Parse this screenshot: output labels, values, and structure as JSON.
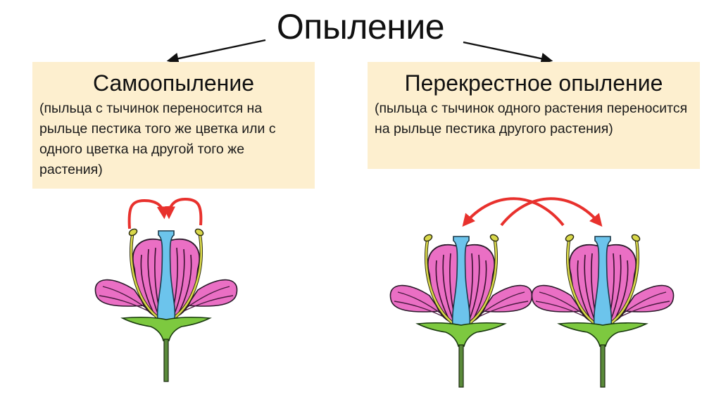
{
  "title": "Опыление",
  "types": [
    {
      "heading": "Самоопыление",
      "description": "(пыльца с тычинок переносится на рыльце пестика того же цветка или с одного цветка на другой того же растения)"
    },
    {
      "heading": "Перекрестное опыление",
      "description": "(пыльца с тычинок одного растения переносится на рыльце пестика другого растения)"
    }
  ],
  "colors": {
    "box_background": "#fdefcf",
    "arrow_red": "#e8312d",
    "petal_pink": "#ea6fc4",
    "pistil_blue": "#6cc4ec",
    "stamen_yellow": "#d9d84a",
    "sepal_green": "#7dc93f"
  }
}
